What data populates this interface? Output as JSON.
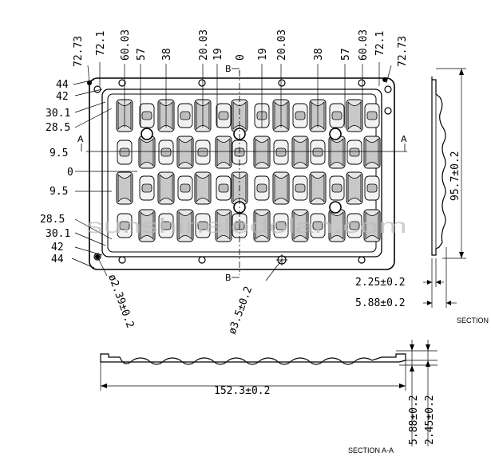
{
  "top_view": {
    "col_dims_left": [
      "72.73",
      "72.1",
      "60.03",
      "57",
      "38",
      "20.03",
      "19"
    ],
    "col_center": "0",
    "col_dims_right": [
      "19",
      "20.03",
      "38",
      "57",
      "60.03",
      "72.1",
      "72.73"
    ],
    "row_dims_top": [
      "44",
      "42",
      "30.1",
      "28.5"
    ],
    "row_mid": [
      "9.5",
      "0",
      "9.5"
    ],
    "row_dims_bottom": [
      "28.5",
      "30.1",
      "42",
      "44"
    ],
    "section_b_label": "B",
    "section_a_label": "A",
    "hole_small_dim": "ø2.39±0.2",
    "hole_large_dim": "ø3.5±0.2"
  },
  "side_view": {
    "height_dim": "95.7±0.2",
    "thickness_dim": "2.25±0.2",
    "total_dim": "5.88±0.2",
    "section_label": "SECTION"
  },
  "bottom_view": {
    "width_dim": "152.3±0.2",
    "total_dim": "5.88±0.2",
    "thickness_dim": "2.45±0.2",
    "section_label": "SECTION A-A"
  },
  "watermark": "sunshinelodolan.com"
}
